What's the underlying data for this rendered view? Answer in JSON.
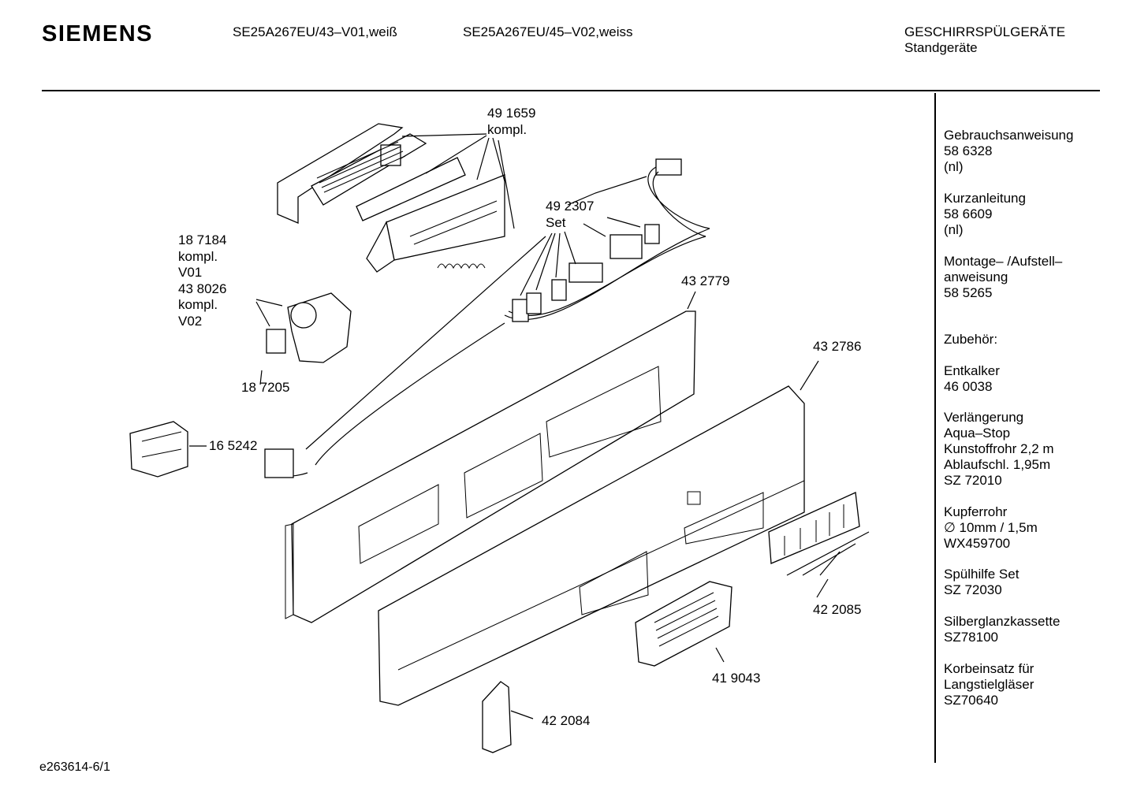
{
  "header": {
    "brand": "SIEMENS",
    "model_v01": "SE25A267EU/43–V01,weiß",
    "model_v02": "SE25A267EU/45–V02,weiss",
    "category": "GESCHIRRSPÜLGERÄTE",
    "subcategory": "Standgeräte"
  },
  "parts": {
    "p491659": [
      "49 1659",
      "kompl."
    ],
    "p492307": [
      "49 2307",
      "Set"
    ],
    "p187184": [
      "18 7184",
      "kompl.",
      "V01",
      "43 8026",
      "kompl.",
      "V02"
    ],
    "p187205": "18 7205",
    "p165242": "16 5242",
    "p432779": "43 2779",
    "p432786": "43 2786",
    "p422085": "42 2085",
    "p419043": "41 9043",
    "p422084": "42 2084"
  },
  "sidebar": [
    [
      "Gebrauchsanweisung",
      "58 6328",
      "(nl)"
    ],
    [
      "Kurzanleitung",
      "58 6609",
      "(nl)"
    ],
    [
      "Montage– /Aufstell–",
      "anweisung",
      "58 5265"
    ],
    [
      "Zubehör:"
    ],
    [
      "Entkalker",
      "46 0038"
    ],
    [
      "Verlängerung",
      "Aqua–Stop",
      "Kunstoffrohr 2,2 m",
      "Ablaufschl. 1,95m",
      "SZ 72010"
    ],
    [
      "Kupferrohr",
      "∅ 10mm / 1,5m",
      "WX459700"
    ],
    [
      "Spülhilfe Set",
      "SZ 72030"
    ],
    [
      "Silberglanzkassette",
      "SZ78100"
    ],
    [
      "Korbeinsatz für",
      "Langstielgläser",
      "SZ70640"
    ]
  ],
  "footer": "e263614-6/1"
}
